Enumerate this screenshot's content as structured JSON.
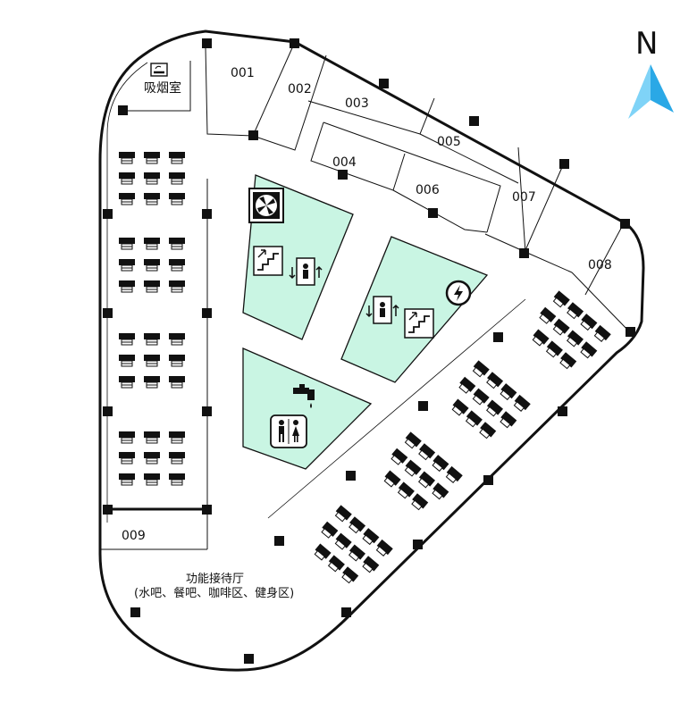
{
  "map": {
    "rooms": [
      "001",
      "002",
      "003",
      "004",
      "005",
      "006",
      "007",
      "008",
      "009"
    ],
    "smoking_room": "吸烟室",
    "reception_hall": "功能接待厅",
    "reception_hall_note": "(水吧、餐吧、咖啡区、健身区)",
    "north_label": "N",
    "colors": {
      "core_fill": "#c9f5e3",
      "outline": "#111111",
      "north_arrow": "#2aa8e6"
    },
    "icons": [
      "ventilation-fan-icon",
      "stairs-icon",
      "elevator-icon",
      "power-room-icon",
      "water-tap-icon",
      "restroom-icon",
      "smoking-icon",
      "north-arrow-icon",
      "workstation-icon"
    ]
  }
}
